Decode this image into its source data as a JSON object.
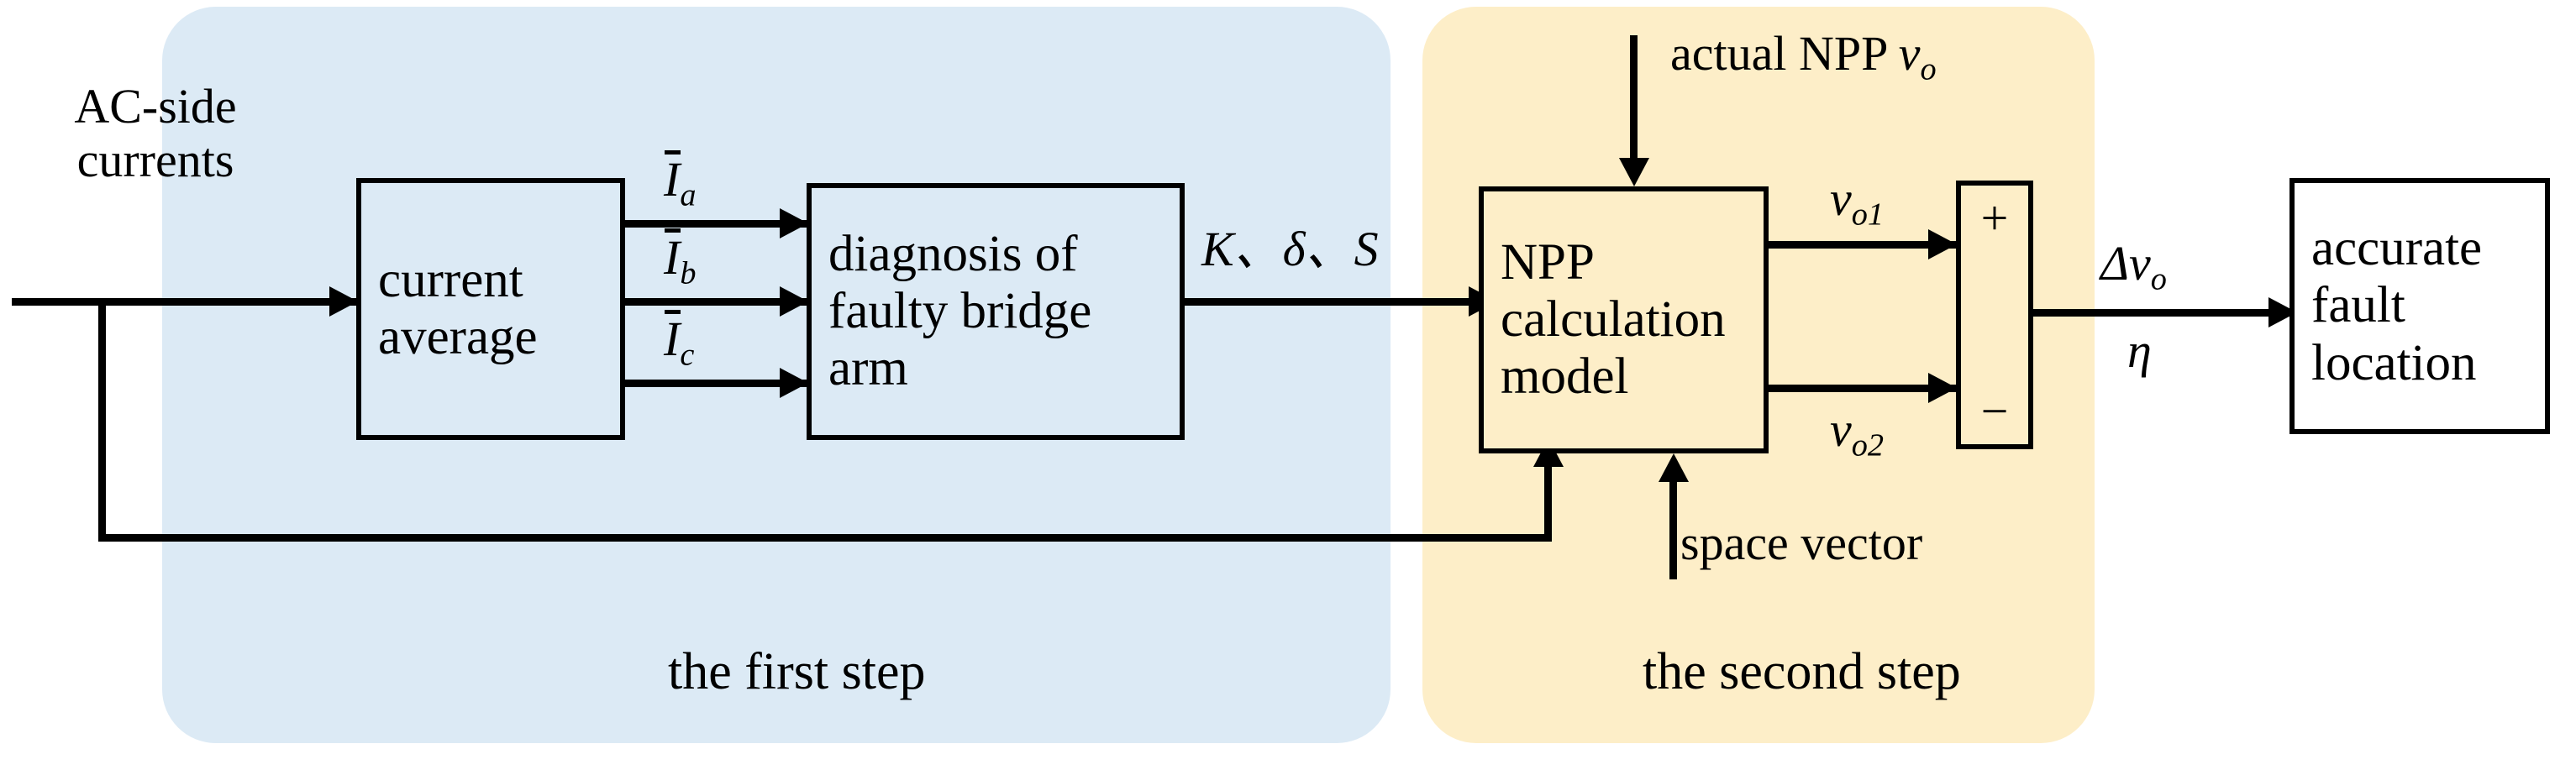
{
  "diagram": {
    "title_absent": true,
    "panels": [
      {
        "id": "first-step",
        "label": "the first step",
        "color": "#dceaf5"
      },
      {
        "id": "second-step",
        "label": "the second step",
        "color": "#fdeec8"
      }
    ],
    "blocks": [
      {
        "id": "current-average",
        "lines": [
          "current",
          "average"
        ],
        "fill": "#dceaf5"
      },
      {
        "id": "diagnosis-faulty-bridge-arm",
        "lines": [
          "diagnosis of",
          "faulty bridge",
          "arm"
        ],
        "fill": "#dceaf5"
      },
      {
        "id": "npp-calculation-model",
        "lines": [
          "NPP",
          "calculation",
          "model"
        ],
        "fill": "#fdeec8"
      },
      {
        "id": "accurate-fault-location",
        "lines": [
          "accurate",
          "fault",
          "location"
        ],
        "fill": "#ffffff"
      }
    ],
    "summing_block": {
      "id": "summing-junction",
      "plus": "+",
      "minus": "−"
    },
    "labels": {
      "ac_side_currents_line1": "AC-side",
      "ac_side_currents_line2": "currents",
      "current_a_symbol": "I",
      "current_a_sub": "a",
      "current_b_symbol": "I",
      "current_b_sub": "b",
      "current_c_symbol": "I",
      "current_c_sub": "c",
      "k_delta_s": "K、δ、S",
      "actual_npp_text": "actual NPP ",
      "actual_npp_symbol": "v",
      "actual_npp_sub": "o",
      "vo1_symbol": "v",
      "vo1_sub": "o1",
      "vo2_symbol": "v",
      "vo2_sub": "o2",
      "delta_vo_symbol": "Δv",
      "delta_vo_sub": "o",
      "eta_symbol": "η",
      "space_vector": "space vector"
    },
    "colors": {
      "panel_blue": "#dceaf5",
      "panel_yellow": "#fdeec8",
      "stroke": "#000000",
      "background": "#ffffff"
    }
  }
}
